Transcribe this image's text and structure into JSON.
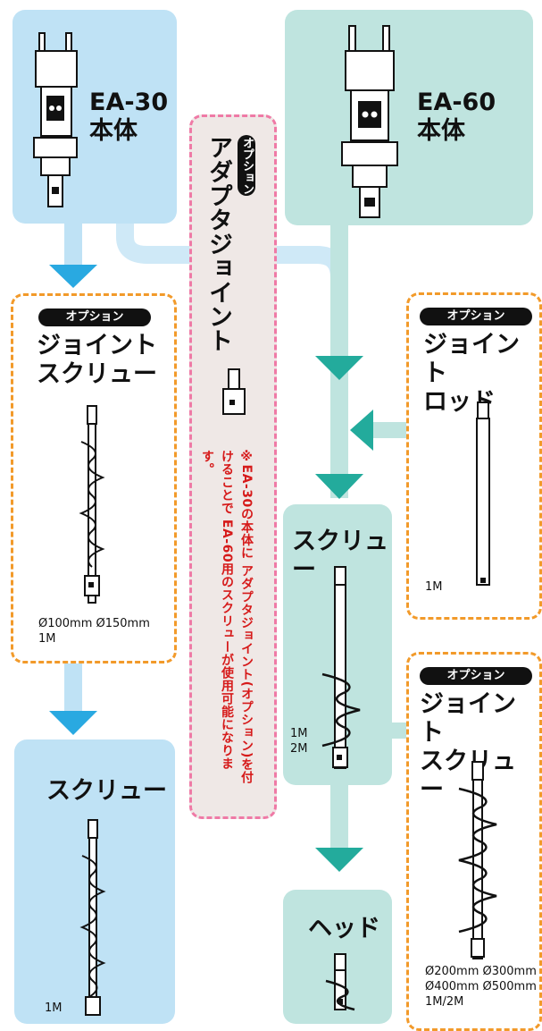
{
  "ea30": {
    "title_line1": "EA-30",
    "title_line2": "本体"
  },
  "ea60": {
    "title_line1": "EA-60",
    "title_line2": "本体"
  },
  "adapter": {
    "badge": "オプション",
    "title": "アダプタジョイント",
    "note": "※EA-30の本体に アダプタジョイント(オプション)を付けることで EA-60用のスクリューが使用可能になります。"
  },
  "joint_screw_left": {
    "badge": "オプション",
    "title_line1": "ジョイント",
    "title_line2": "スクリュー",
    "spec_line1": "Ø100mm Ø150mm",
    "spec_line2": "1M"
  },
  "screw_left": {
    "title": "スクリュー",
    "spec": "1M"
  },
  "joint_rod": {
    "badge": "オプション",
    "title_line1": "ジョイント",
    "title_line2": "ロッド",
    "spec": "1M"
  },
  "screw_center": {
    "title": "スクリュー",
    "spec_line1": "1M",
    "spec_line2": "2M"
  },
  "joint_screw_right": {
    "badge": "オプション",
    "title_line1": "ジョイント",
    "title_line2": "スクリュー",
    "spec_line1": "Ø200mm Ø300mm",
    "spec_line2": "Ø400mm Ø500mm",
    "spec_line3": "1M/2M"
  },
  "head": {
    "title": "ヘッド"
  },
  "colors": {
    "blue_panel": "#bfe2f5",
    "teal_panel": "#bfe4df",
    "option_border": "#f29a2a",
    "adapter_border": "#ef7aa6",
    "blue_arrow": "#29a9e1",
    "teal_arrow": "#23ab9c",
    "note_red": "#d61a1a"
  }
}
